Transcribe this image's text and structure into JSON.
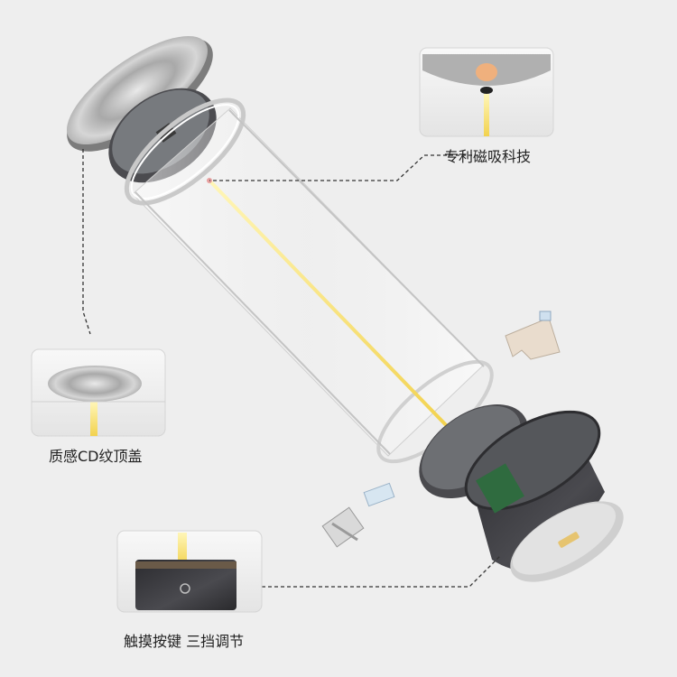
{
  "callouts": {
    "magnetic": {
      "label": "专利磁吸科技"
    },
    "top_cover": {
      "label": "质感CD纹顶盖"
    },
    "touch": {
      "label": "触摸按键 三挡调节"
    }
  },
  "colors": {
    "background": "#eeeeee",
    "metal": "#9a9a9a",
    "dark_base": "#3a3a3e",
    "light_beam": "#f6e27a",
    "pcb_green": "#2f6b3f",
    "leader_line": "#333333"
  }
}
